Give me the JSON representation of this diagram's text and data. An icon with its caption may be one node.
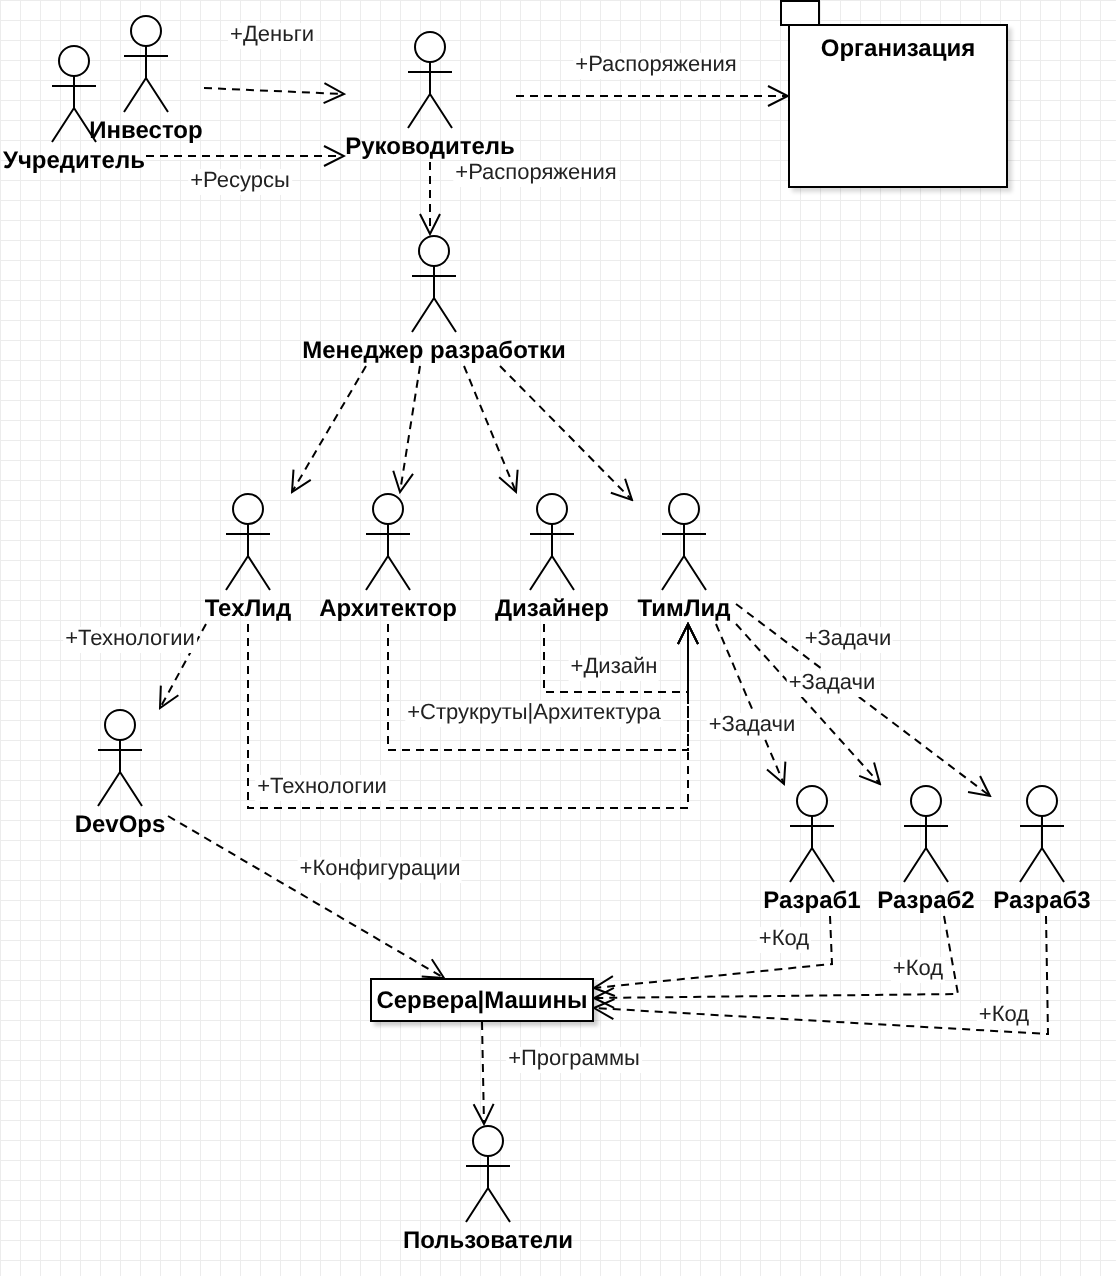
{
  "diagram": {
    "nodes": [
      {
        "text": [
          "Учредитель"
        ]
      },
      {
        "text": [
          "Инвестор"
        ]
      },
      {
        "text": [
          "Руководитель"
        ]
      },
      {
        "text": [
          "Организация"
        ]
      },
      {
        "text": [
          "Менеджер разработки"
        ]
      },
      {
        "text": [
          "ТехЛид"
        ]
      },
      {
        "text": [
          "Архитектор"
        ]
      },
      {
        "text": [
          "Дизайнер"
        ]
      },
      {
        "text": [
          "ТимЛид"
        ]
      },
      {
        "text": [
          "DevOps"
        ]
      },
      {
        "text": [
          "Разраб1"
        ]
      },
      {
        "text": [
          "Разраб2"
        ]
      },
      {
        "text": [
          "Разраб3"
        ]
      },
      {
        "text": [
          "Сервера|Машины"
        ]
      },
      {
        "text": [
          "Пользователи"
        ]
      }
    ],
    "edges": [
      {
        "from": 1,
        "to": 2,
        "arrow": "to",
        "label": "+Деньги",
        "style": "dashed"
      },
      {
        "from": 0,
        "to": 2,
        "arrow": "to",
        "label": "+Ресурсы",
        "style": "dashed"
      },
      {
        "from": 2,
        "to": 3,
        "arrow": "to",
        "label": "+Распоряжения",
        "style": "dashed"
      },
      {
        "from": 2,
        "to": 4,
        "arrow": "to",
        "label": "+Распоряжения",
        "style": "dashed"
      },
      {
        "from": 4,
        "to": 5,
        "arrow": "to",
        "style": "dashed"
      },
      {
        "from": 4,
        "to": 6,
        "arrow": "to",
        "style": "dashed"
      },
      {
        "from": 4,
        "to": 7,
        "arrow": "to",
        "style": "dashed"
      },
      {
        "from": 4,
        "to": 8,
        "arrow": "to",
        "style": "dashed"
      },
      {
        "from": 5,
        "to": 9,
        "arrow": "to",
        "label": "+Технологии",
        "style": "dashed"
      },
      {
        "from": 5,
        "to": 8,
        "arrow": "to",
        "label": "+Технологии",
        "style": "dashed"
      },
      {
        "from": 6,
        "to": 8,
        "arrow": "to",
        "label": "+Струкруты|Архитектура",
        "style": "dashed"
      },
      {
        "from": 7,
        "to": 8,
        "arrow": "to",
        "label": "+Дизайн",
        "style": "dashed"
      },
      {
        "from": 8,
        "to": 10,
        "arrow": "to",
        "label": "+Задачи",
        "style": "dashed"
      },
      {
        "from": 8,
        "to": 11,
        "arrow": "to",
        "label": "+Задачи",
        "style": "dashed"
      },
      {
        "from": 8,
        "to": 12,
        "arrow": "to",
        "label": "+Задачи",
        "style": "dashed"
      },
      {
        "from": 9,
        "to": 13,
        "arrow": "to",
        "label": "+Конфигурации",
        "style": "dashed"
      },
      {
        "from": 10,
        "to": 13,
        "arrow": "to",
        "label": "+Код",
        "style": "dashed"
      },
      {
        "from": 11,
        "to": 13,
        "arrow": "to",
        "label": "+Код",
        "style": "dashed"
      },
      {
        "from": 12,
        "to": 13,
        "arrow": "to",
        "label": "+Код",
        "style": "dashed"
      },
      {
        "from": 13,
        "to": 14,
        "arrow": "to",
        "label": "+Программы",
        "style": "dashed"
      }
    ]
  }
}
